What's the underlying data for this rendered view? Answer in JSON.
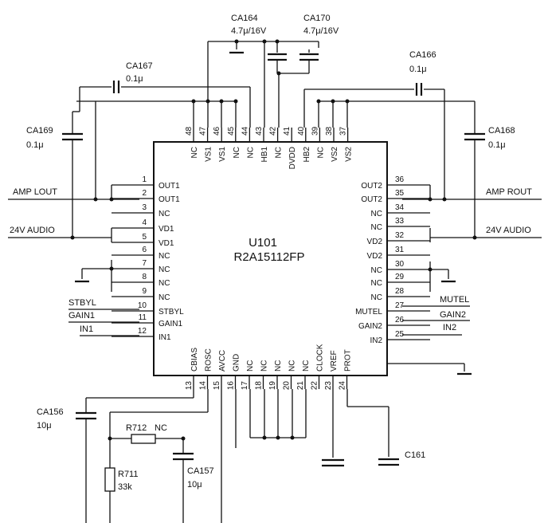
{
  "chip": {
    "ref": "U101",
    "part": "R2A15112FP"
  },
  "left_pins": [
    {
      "n": "1",
      "name": "OUT1"
    },
    {
      "n": "2",
      "name": "OUT1"
    },
    {
      "n": "3",
      "name": "NC"
    },
    {
      "n": "4",
      "name": "VD1"
    },
    {
      "n": "5",
      "name": "VD1"
    },
    {
      "n": "6",
      "name": "NC"
    },
    {
      "n": "7",
      "name": "NC"
    },
    {
      "n": "8",
      "name": "NC"
    },
    {
      "n": "9",
      "name": "NC"
    },
    {
      "n": "10",
      "name": "STBYL"
    },
    {
      "n": "11",
      "name": "GAIN1"
    },
    {
      "n": "12",
      "name": "IN1"
    }
  ],
  "right_pins": [
    {
      "n": "36",
      "name": "OUT2"
    },
    {
      "n": "35",
      "name": "OUT2"
    },
    {
      "n": "34",
      "name": "NC"
    },
    {
      "n": "33",
      "name": "NC"
    },
    {
      "n": "32",
      "name": "VD2"
    },
    {
      "n": "31",
      "name": "VD2"
    },
    {
      "n": "30",
      "name": "NC"
    },
    {
      "n": "29",
      "name": "NC"
    },
    {
      "n": "28",
      "name": "NC"
    },
    {
      "n": "27",
      "name": "MUTEL"
    },
    {
      "n": "26",
      "name": "GAIN2"
    },
    {
      "n": "25",
      "name": "IN2"
    }
  ],
  "top_pins": [
    {
      "n": "48",
      "name": "NC"
    },
    {
      "n": "47",
      "name": "VS1"
    },
    {
      "n": "46",
      "name": "VS1"
    },
    {
      "n": "45",
      "name": "NC"
    },
    {
      "n": "44",
      "name": "NC"
    },
    {
      "n": "43",
      "name": "HB1"
    },
    {
      "n": "42",
      "name": "NC"
    },
    {
      "n": "41",
      "name": "DVDD"
    },
    {
      "n": "40",
      "name": "HB2"
    },
    {
      "n": "39",
      "name": "NC"
    },
    {
      "n": "38",
      "name": "VS2"
    },
    {
      "n": "37",
      "name": "VS2"
    }
  ],
  "bottom_pins": [
    {
      "n": "13",
      "name": "CBIAS"
    },
    {
      "n": "14",
      "name": "ROSC"
    },
    {
      "n": "15",
      "name": "AVCC"
    },
    {
      "n": "16",
      "name": "GND"
    },
    {
      "n": "17",
      "name": "NC"
    },
    {
      "n": "18",
      "name": "NC"
    },
    {
      "n": "19",
      "name": "NC"
    },
    {
      "n": "20",
      "name": "NC"
    },
    {
      "n": "21",
      "name": "NC"
    },
    {
      "n": "22",
      "name": "CLOCK"
    },
    {
      "n": "23",
      "name": "VREF"
    },
    {
      "n": "24",
      "name": "PROT"
    }
  ],
  "components": {
    "ca164": {
      "ref": "CA164",
      "value": "4.7μ/16V"
    },
    "ca170": {
      "ref": "CA170",
      "value": "4.7μ/16V"
    },
    "ca167": {
      "ref": "CA167",
      "value": "0.1μ"
    },
    "ca166": {
      "ref": "CA166",
      "value": "0.1μ"
    },
    "ca169": {
      "ref": "CA169",
      "value": "0.1μ"
    },
    "ca168": {
      "ref": "CA168",
      "value": "0.1μ"
    },
    "ca156": {
      "ref": "CA156",
      "value": "10μ"
    },
    "ca157": {
      "ref": "CA157",
      "value": "10μ"
    },
    "r712": {
      "ref": "R712",
      "value": "NC"
    },
    "r711": {
      "ref": "R711",
      "value": "33k"
    },
    "c161": {
      "ref": "C161"
    }
  },
  "nets": {
    "amp_lout": "AMP LOUT",
    "amp_rout": "AMP ROUT",
    "v24_left": "24V AUDIO",
    "v24_right": "24V AUDIO",
    "stbyl": "STBYL",
    "gain1": "GAIN1",
    "in1": "IN1",
    "mutel": "MUTEL",
    "gain2": "GAIN2",
    "in2": "IN2"
  }
}
